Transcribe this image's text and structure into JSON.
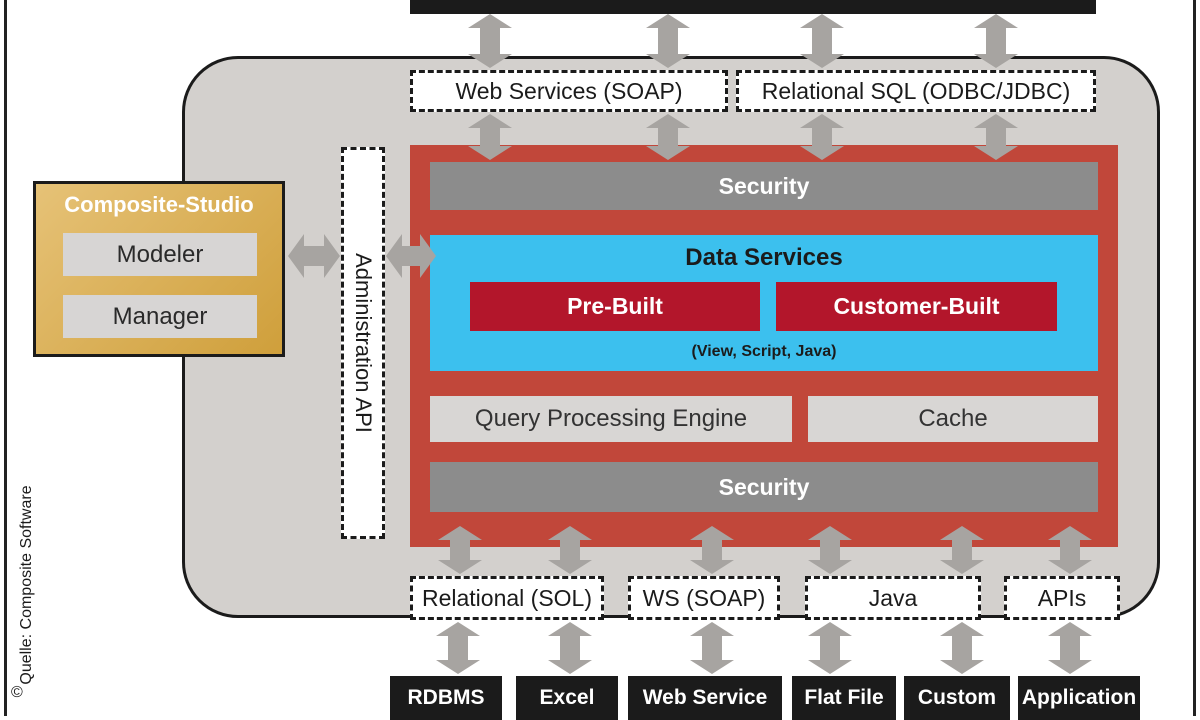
{
  "top": {
    "web_services": "Web Services (SOAP)",
    "relational_sql": "Relational SQL (ODBC/JDBC)"
  },
  "core": {
    "security_top": "Security",
    "data_services": "Data Services",
    "pre_built": "Pre-Built",
    "customer_built": "Customer-Built",
    "data_services_note": "(View, Script, Java)",
    "query_engine": "Query Processing Engine",
    "cache": "Cache",
    "security_bottom": "Security"
  },
  "admin_api": "Administration API",
  "studio": {
    "title": "Composite-Studio",
    "modeler": "Modeler",
    "manager": "Manager"
  },
  "adapters": {
    "relational": "Relational (SOL)",
    "ws": "WS (SOAP)",
    "java": "Java",
    "apis": "APIs"
  },
  "sources": [
    "RDBMS",
    "Excel",
    "Web Service",
    "Flat File",
    "Custom",
    "Application"
  ],
  "credit": "Quelle: Composite Software",
  "copyright_symbol": "©",
  "colors": {
    "core_red": "#c1473a",
    "data_blue": "#3cc0ee",
    "button_red": "#b3162b",
    "studio_gold": "#d9ab4e",
    "arrow_gray": "#a7a4a1"
  }
}
